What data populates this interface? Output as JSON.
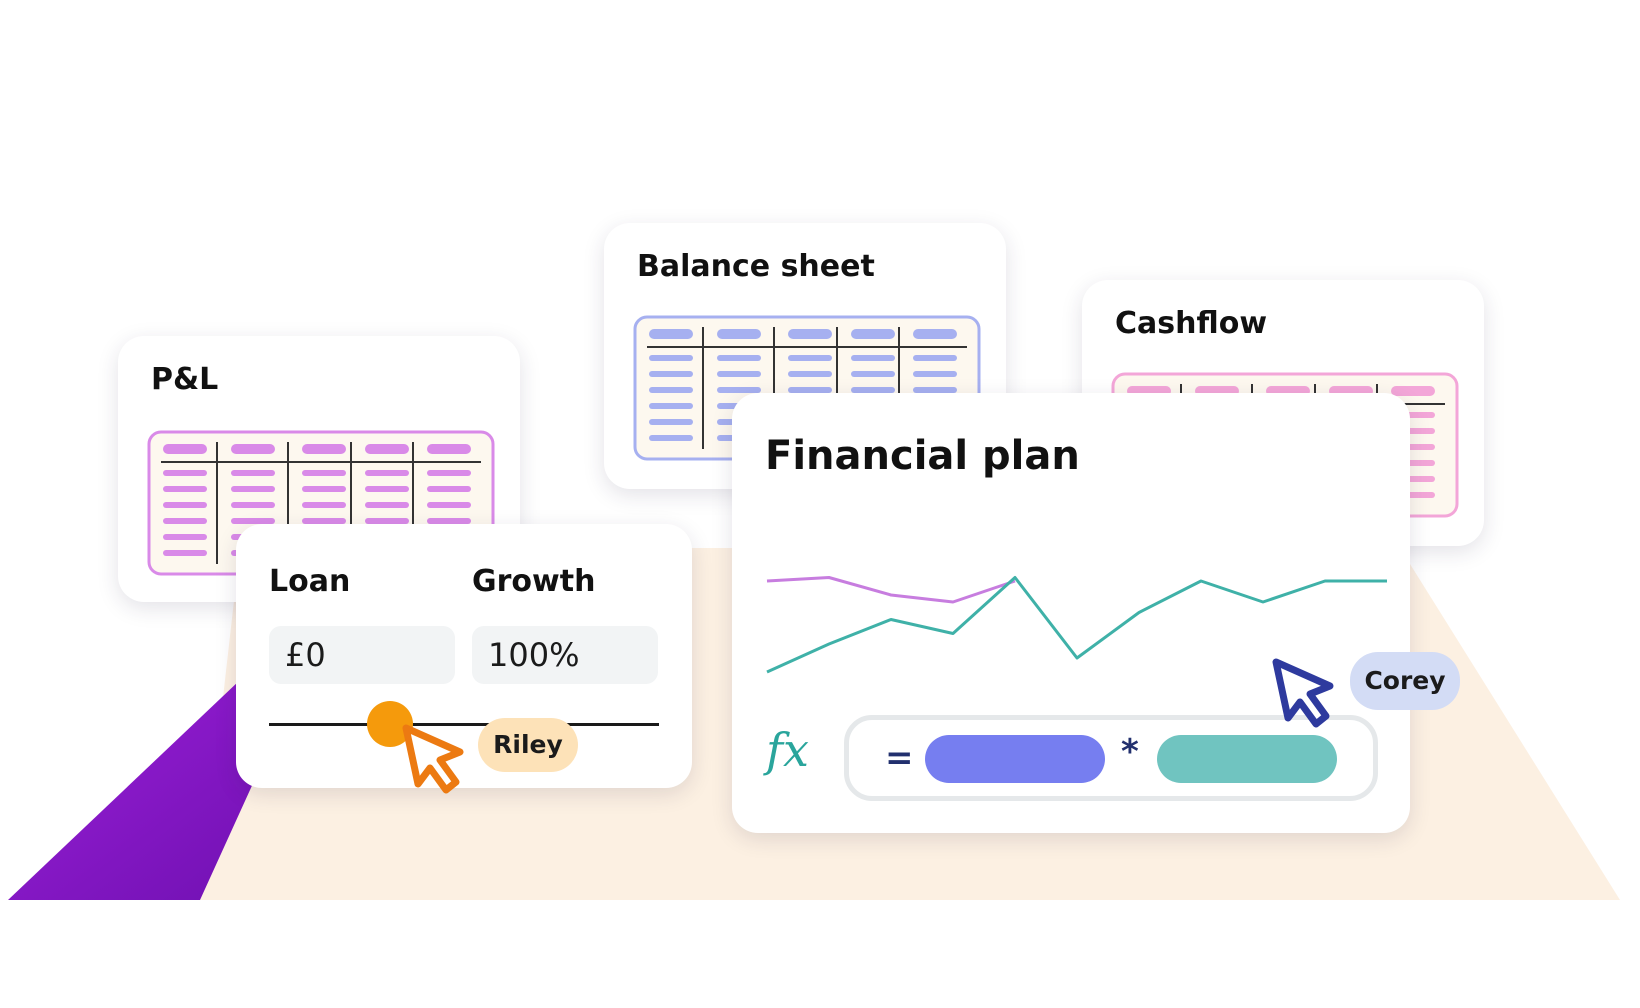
{
  "cards": {
    "pl": {
      "title": "P&L",
      "sheet_color": "#d98ae8",
      "sheet_frame": "#d98ae8"
    },
    "balance": {
      "title": "Balance sheet",
      "sheet_color": "#a6b0f0",
      "sheet_frame": "#a6b0f0"
    },
    "cashflow": {
      "title": "Cashflow",
      "sheet_color": "#f3a6d8",
      "sheet_frame": "#f3a6d8"
    }
  },
  "inputs": {
    "loan": {
      "label": "Loan",
      "value": "£0"
    },
    "growth": {
      "label": "Growth",
      "value": "100%"
    },
    "slider_level": 0.31
  },
  "financial_plan": {
    "title": "Financial plan",
    "formula": {
      "fx_symbol": "fx",
      "equals": "=",
      "operator": "*"
    }
  },
  "collaborators": {
    "riley": {
      "name": "Riley",
      "color": "#fde2b8",
      "cursor_color": "#ec7a12"
    },
    "corey": {
      "name": "Corey",
      "color": "#d3dcf5",
      "cursor_color": "#2e3a9e"
    }
  },
  "chart_data": {
    "type": "line",
    "x": [
      0,
      1,
      2,
      3,
      4,
      5,
      6,
      7,
      8,
      9,
      10
    ],
    "series": [
      {
        "color": "#c77ddf",
        "values": [
          62,
          63,
          58,
          56,
          62,
          null,
          null,
          null,
          null,
          null,
          null
        ]
      },
      {
        "color": "#3fb1a8",
        "values": [
          36,
          44,
          51,
          47,
          63,
          40,
          53,
          62,
          56,
          62,
          62
        ]
      }
    ],
    "ylim": [
      30,
      70
    ],
    "grid": false
  },
  "colors": {
    "accent_purple": "#7a12c4",
    "floor": "#fcf0e2",
    "pill_blue": "#767ef0",
    "pill_teal": "#70c4c0"
  }
}
